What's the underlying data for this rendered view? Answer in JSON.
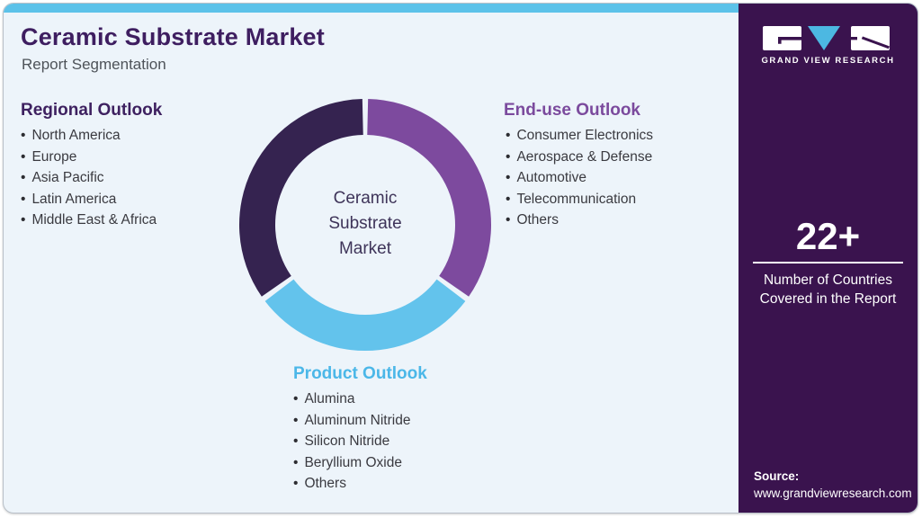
{
  "header": {
    "title": "Ceramic Substrate Market",
    "subtitle": "Report Segmentation"
  },
  "lists": {
    "regional": {
      "heading": "Regional Outlook",
      "items": [
        "North America",
        "Europe",
        "Asia Pacific",
        "Latin America",
        "Middle East & Africa"
      ]
    },
    "end_use": {
      "heading": "End-use Outlook",
      "items": [
        "Consumer Electronics",
        "Aerospace & Defense",
        "Automotive",
        "Telecommunication",
        "Others"
      ]
    },
    "product": {
      "heading": "Product Outlook",
      "items": [
        "Alumina",
        "Aluminum Nitride",
        "Silicon Nitride",
        "Beryllium Oxide",
        "Others"
      ]
    }
  },
  "chart_data": {
    "type": "pie",
    "subtype": "donut",
    "title": "Ceramic Substrate Market",
    "center_label_lines": [
      "Ceramic",
      "Substrate",
      "Market"
    ],
    "segments": [
      {
        "name": "End-use Outlook",
        "start_deg": 0,
        "end_deg": 126,
        "share_pct": 35,
        "color": "#7d4a9e"
      },
      {
        "name": "Product Outlook",
        "start_deg": 126,
        "end_deg": 234,
        "share_pct": 30,
        "color": "#63c3ec"
      },
      {
        "name": "Regional Outlook",
        "start_deg": 234,
        "end_deg": 360,
        "share_pct": 35,
        "color": "#352350"
      }
    ],
    "gap_deg": 2.6,
    "outer_radius": 140,
    "inner_radius": 100,
    "legend_position": "around-chart"
  },
  "sidebar": {
    "brand": "GRAND VIEW RESEARCH",
    "stat_value": "22+",
    "stat_label": "Number of Countries Covered in the Report",
    "source_label": "Source:",
    "source_url": "www.grandviewresearch.com"
  },
  "colors": {
    "topbar_blue": "#5cc2e9",
    "card_bg": "#edf4fa",
    "sidebar_bg": "#3a134e",
    "title_purple": "#3e1e60",
    "enduse_heading": "#7b4a9d",
    "product_heading": "#4bb7e8",
    "logo_v_blue": "#4cb8e2"
  }
}
